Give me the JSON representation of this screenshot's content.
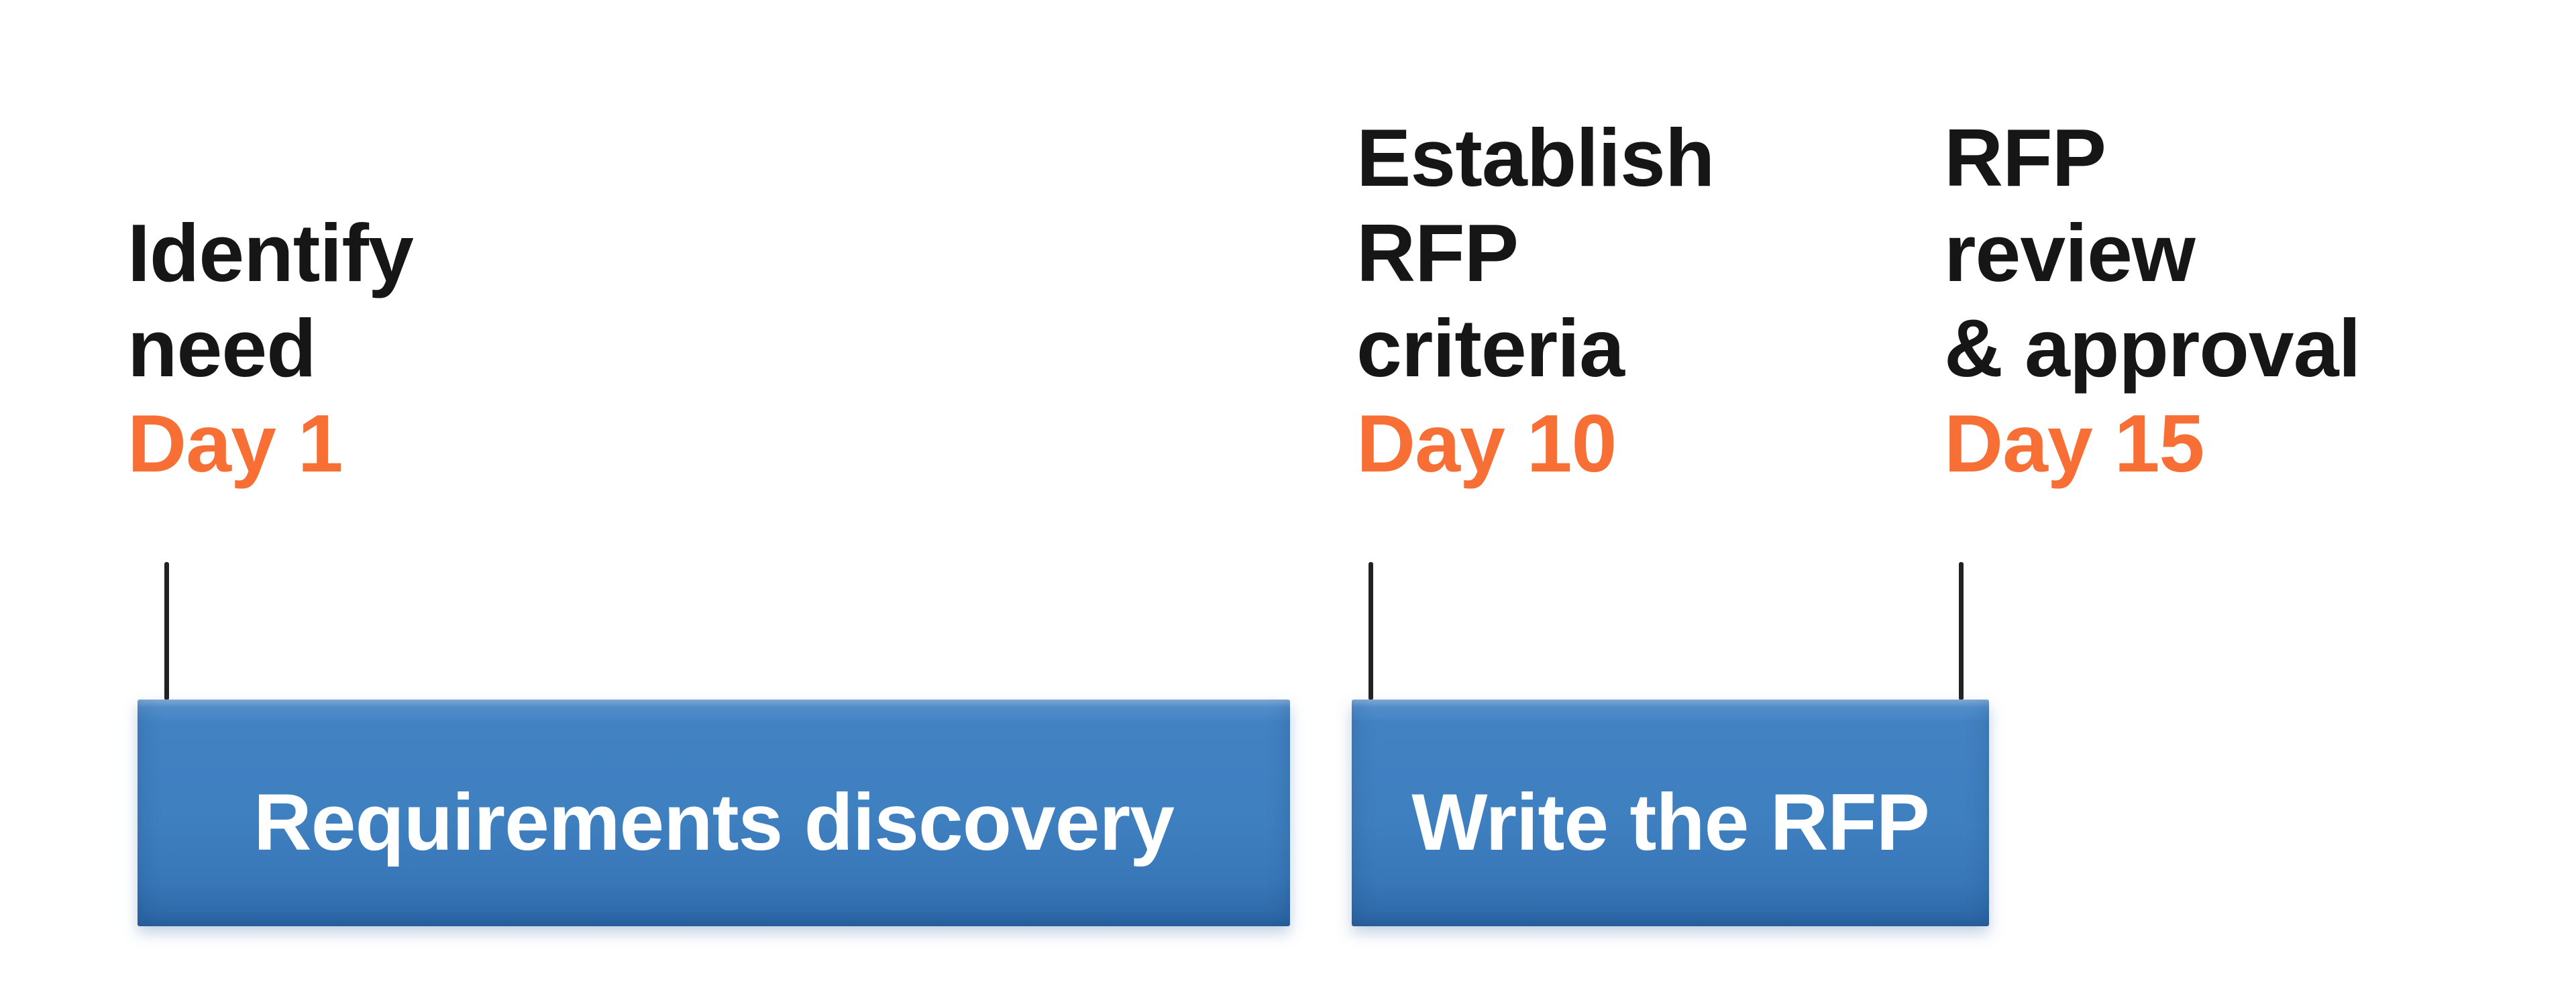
{
  "colors": {
    "background": "#ffffff",
    "title_text": "#161616",
    "day_text": "#f76f35",
    "tick": "#222222",
    "bar_main": "#3e7fc0",
    "bar_top_highlight": "#8fb6e0",
    "bar_bottom_shade": "#2a62a0",
    "bar_label": "#ffffff"
  },
  "milestones": [
    {
      "title_lines": [
        "Identify",
        "need"
      ],
      "day": "Day 1"
    },
    {
      "title_lines": [
        "Establish",
        "RFP",
        "criteria"
      ],
      "day": "Day 10"
    },
    {
      "title_lines": [
        "RFP",
        "review",
        "& approval"
      ],
      "day": "Day 15"
    }
  ],
  "phases": [
    {
      "label": "Requirements discovery",
      "start": "Day 1",
      "end": "Day 10"
    },
    {
      "label": "Write the RFP",
      "start": "Day 10",
      "end": "Day 15"
    }
  ]
}
